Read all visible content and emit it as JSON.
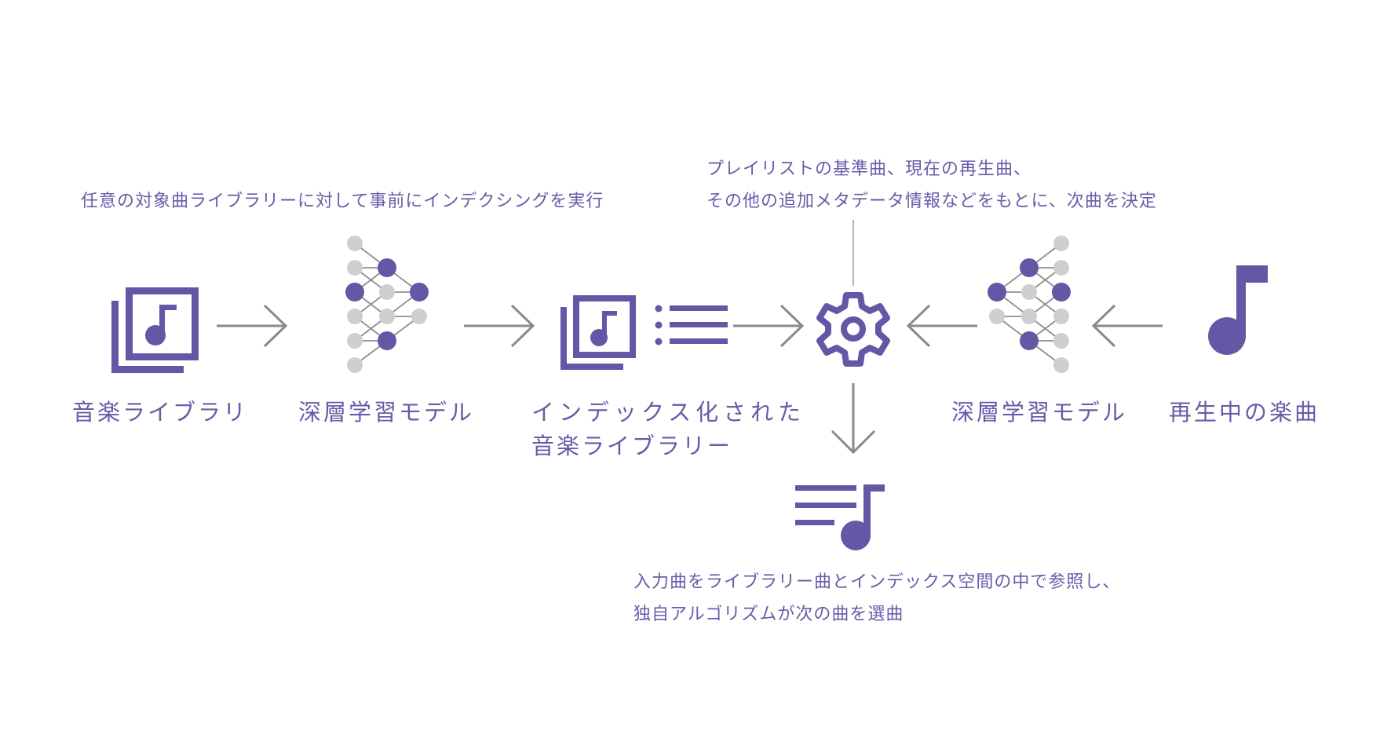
{
  "colors": {
    "accent": "#6557a5",
    "arrow": "#8a8a8a",
    "node_inactive": "#cfcfcf",
    "line": "#9a9a9a"
  },
  "notes": {
    "indexing": "任意の対象曲ライブラリーに対して事前にインデクシングを実行",
    "decision_line1": "プレイリストの基準曲、現在の再生曲、",
    "decision_line2": "その他の追加メタデータ情報などをもとに、次曲を決定",
    "selection_line1": "入力曲をライブラリー曲とインデックス空間の中で参照し、",
    "selection_line2": "独自アルゴリズムが次の曲を選曲"
  },
  "labels": {
    "music_library": "音楽ライブラリ",
    "dl_model_left": "深層学習モデル",
    "indexed_library_line1": "インデックス化された",
    "indexed_library_line2": "音楽ライブラリー",
    "dl_model_right": "深層学習モデル",
    "now_playing": "再生中の楽曲"
  },
  "icons": {
    "music_library": "music-library-icon",
    "neural_net": "neural-network-icon",
    "indexed_list": "list-icon",
    "engine": "gear-icon",
    "song": "music-note-icon",
    "playlist": "playlist-music-icon"
  }
}
